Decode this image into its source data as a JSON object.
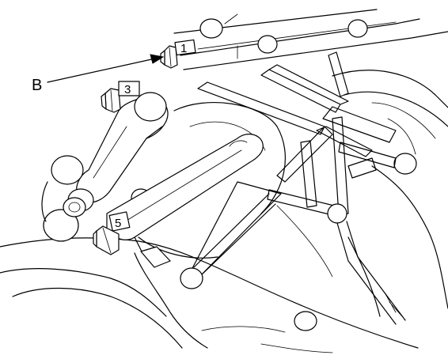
{
  "callouts": {
    "bolt_1": "1",
    "bolt_3": "3",
    "bolt_5": "5",
    "pointer_b": "B"
  },
  "colors": {
    "line": "#000000",
    "background": "#ffffff"
  }
}
